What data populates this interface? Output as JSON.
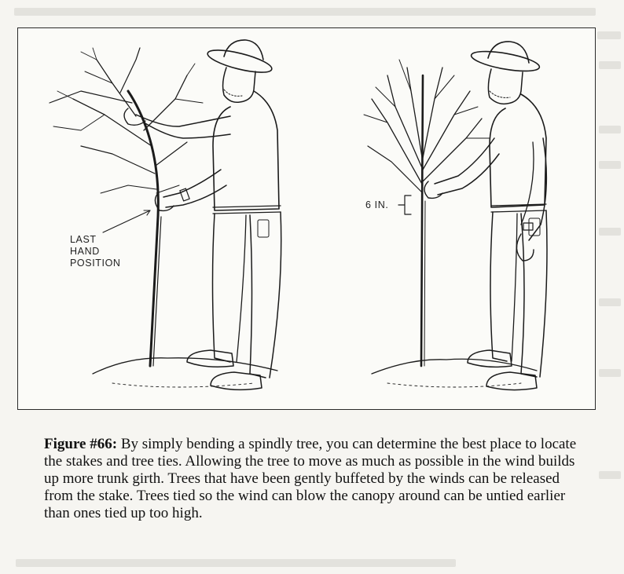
{
  "figure": {
    "labels": {
      "last_hand_line1": "LAST",
      "last_hand_line2": "HAND",
      "last_hand_line3": "POSITION",
      "six_inches": "6 IN."
    }
  },
  "caption": {
    "figure_label": "Figure #66:",
    "text": " By simply bending a spindly tree, you can determine the best place to locate the stakes and tree ties. Allowing the tree to move as much as possible in the wind builds up more trunk girth. Trees that have been gently buffeted by the winds can be released from the stake. Trees tied so the wind can blow the canopy around can be untied earlier than ones tied up too high."
  }
}
